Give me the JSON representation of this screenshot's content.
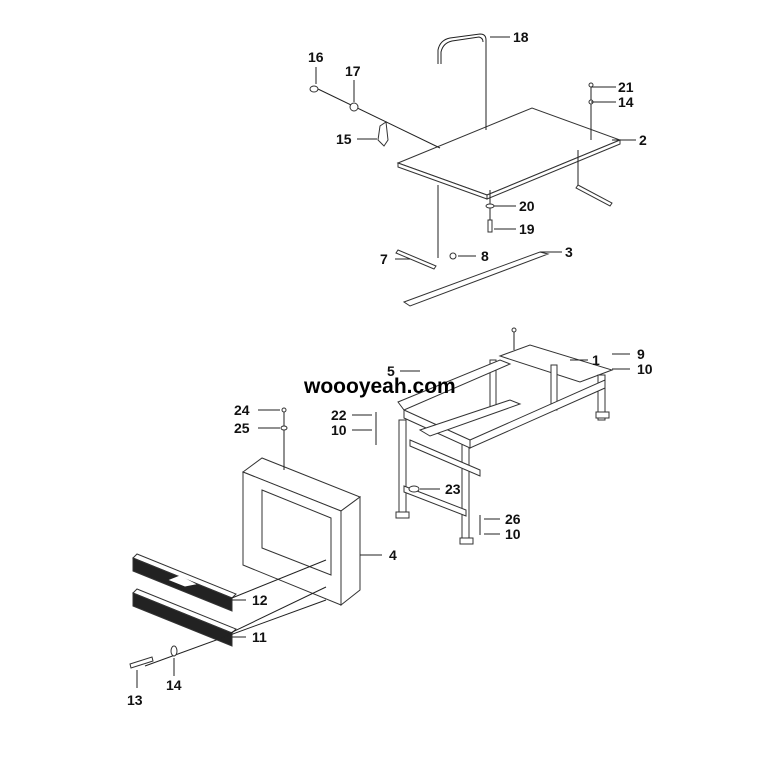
{
  "watermark": "woooyeah.com",
  "callouts": [
    {
      "id": "c1",
      "label": "1"
    },
    {
      "id": "c2",
      "label": "2"
    },
    {
      "id": "c3",
      "label": "3"
    },
    {
      "id": "c4",
      "label": "4"
    },
    {
      "id": "c5",
      "label": "5"
    },
    {
      "id": "c7",
      "label": "7"
    },
    {
      "id": "c8",
      "label": "8"
    },
    {
      "id": "c9",
      "label": "9"
    },
    {
      "id": "c10a",
      "label": "10"
    },
    {
      "id": "c10b",
      "label": "10"
    },
    {
      "id": "c10c",
      "label": "10"
    },
    {
      "id": "c11",
      "label": "11"
    },
    {
      "id": "c12",
      "label": "12"
    },
    {
      "id": "c13",
      "label": "13"
    },
    {
      "id": "c14a",
      "label": "14"
    },
    {
      "id": "c14b",
      "label": "14"
    },
    {
      "id": "c15",
      "label": "15"
    },
    {
      "id": "c16",
      "label": "16"
    },
    {
      "id": "c17",
      "label": "17"
    },
    {
      "id": "c18",
      "label": "18"
    },
    {
      "id": "c19",
      "label": "19"
    },
    {
      "id": "c20",
      "label": "20"
    },
    {
      "id": "c21",
      "label": "21"
    },
    {
      "id": "c22",
      "label": "22"
    },
    {
      "id": "c23",
      "label": "23"
    },
    {
      "id": "c24",
      "label": "24"
    },
    {
      "id": "c25",
      "label": "25"
    },
    {
      "id": "c26",
      "label": "26"
    }
  ]
}
